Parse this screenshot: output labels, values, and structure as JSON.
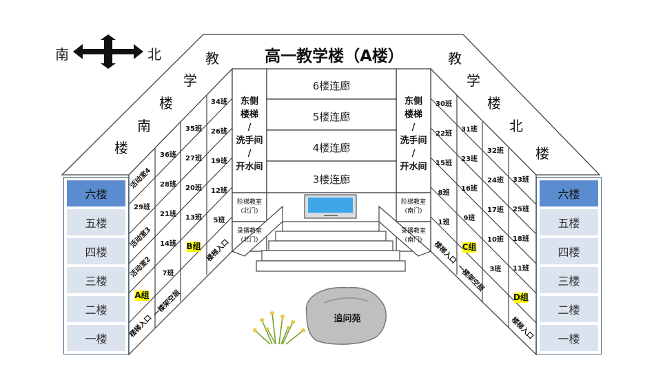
{
  "compass": {
    "south": "南",
    "north": "北"
  },
  "title": "高一教学楼（A楼）",
  "wing_labels": {
    "south": [
      "教",
      "学",
      "楼",
      "南",
      "楼"
    ],
    "north": [
      "教",
      "学",
      "楼",
      "北",
      "楼"
    ]
  },
  "corridors": [
    "6楼连廊",
    "5楼连廊",
    "4楼连廊",
    "3楼连廊"
  ],
  "stairs": {
    "east": [
      "东侧",
      "楼梯",
      "/",
      "洗手间",
      "/",
      "开水间"
    ],
    "west": [
      "东侧",
      "楼梯",
      "/",
      "洗手间",
      "/",
      "开水间"
    ]
  },
  "rooms": {
    "lecture_north": [
      "阶梯教室",
      "(北门)"
    ],
    "record_north": [
      "录播教室",
      "(北门)"
    ],
    "lecture_south": [
      "阶梯教室",
      "(南门)"
    ],
    "record_south": [
      "录播教室",
      "(南门)"
    ]
  },
  "floors": [
    "六楼",
    "五楼",
    "四楼",
    "三楼",
    "二楼",
    "一楼"
  ],
  "active_floor_index": 0,
  "south_wing": {
    "col0": [
      "活动室4",
      "29班",
      "活动室3",
      "活动室2",
      "A组",
      "楼梯入口"
    ],
    "col1": [
      "36班",
      "28班",
      "21班",
      "14班",
      "7班",
      "一楼架空层"
    ],
    "col2": [
      "35班",
      "27班",
      "20班",
      "13班",
      "B组"
    ],
    "col3": [
      "34班",
      "26班",
      "19班",
      "12班",
      "5班",
      "楼梯入口"
    ]
  },
  "north_wing": {
    "col0": [
      "30班",
      "22班",
      "15班",
      "8班",
      "1班",
      "楼梯入口"
    ],
    "col1": [
      "31班",
      "23班",
      "16班",
      "9班",
      "C组",
      "一楼架空层"
    ],
    "col2": [
      "32班",
      "24班",
      "17班",
      "10班",
      "3班"
    ],
    "col3": [
      "33班",
      "25班",
      "18班",
      "11班",
      "D组",
      "楼梯入口"
    ]
  },
  "rock_label": "追问苑",
  "colors": {
    "outline": "#333333",
    "legend_active": "#5b8ccf",
    "legend_row": "#dbe3ee",
    "group_highlight": "#ffff00",
    "screen": "#3fa6e8"
  }
}
